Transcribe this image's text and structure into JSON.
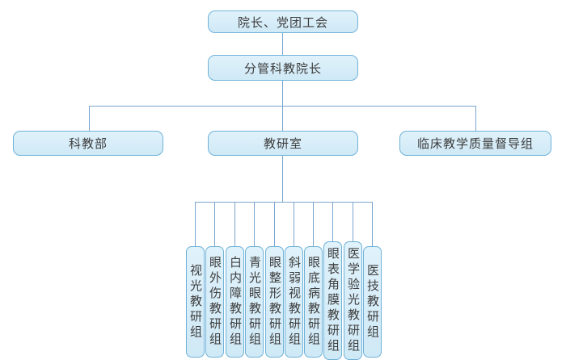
{
  "org_chart": {
    "type": "org-hierarchy",
    "colors": {
      "box_fill": "#d7edf8",
      "box_border": "#6fb2d9",
      "connector": "#7aa6cf",
      "text": "#3d3d3d",
      "background": "#ffffff"
    },
    "levels": {
      "root": {
        "label": "院长、党团工会"
      },
      "vice": {
        "label": "分管科教院长"
      },
      "departments": [
        {
          "label": "科教部"
        },
        {
          "label": "教研室"
        },
        {
          "label": "临床教学质量督导组"
        }
      ],
      "teaching_groups": [
        {
          "label": "视光教研组"
        },
        {
          "label": "眼外伤教研组"
        },
        {
          "label": "白内障教研组"
        },
        {
          "label": "青光眼教研组"
        },
        {
          "label": "眼整形教研组"
        },
        {
          "label": "斜弱视教研组"
        },
        {
          "label": "眼底病教研组"
        },
        {
          "label": "眼表角膜教研组"
        },
        {
          "label": "医学验光教研组"
        },
        {
          "label": "医技教研组"
        }
      ]
    }
  }
}
